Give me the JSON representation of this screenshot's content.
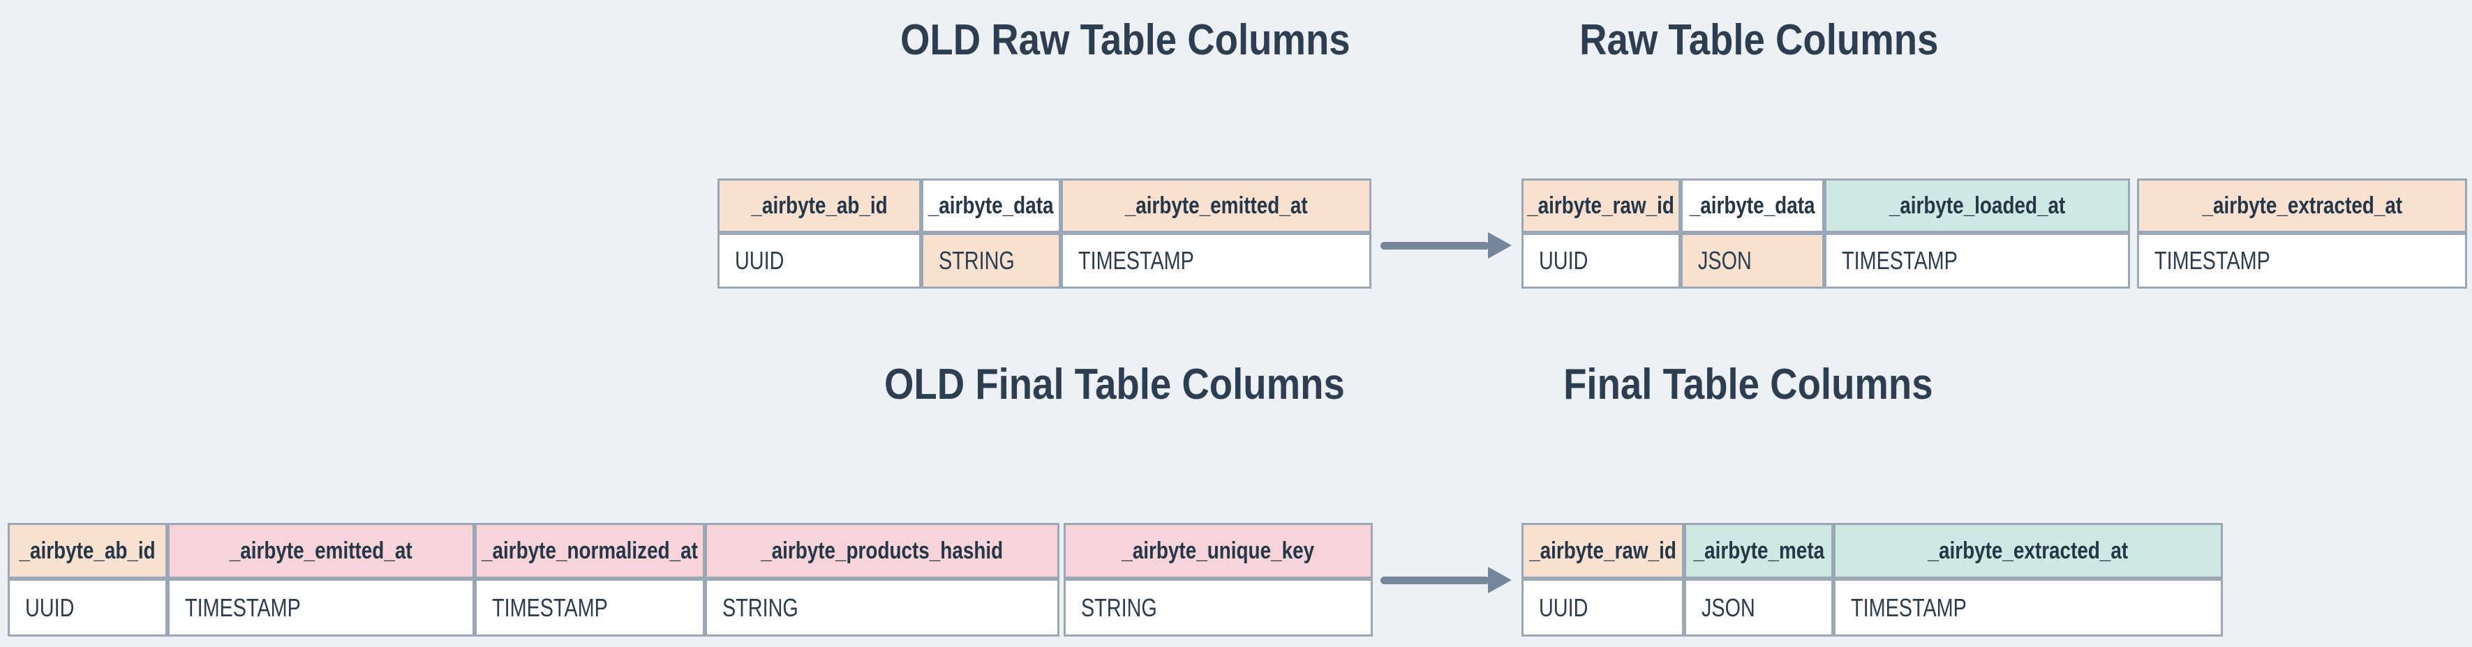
{
  "titles": {
    "old_raw": "OLD Raw Table Columns",
    "new_raw": "Raw Table Columns",
    "old_final": "OLD Final Table Columns",
    "new_final": "Final Table Columns"
  },
  "colors": {
    "background": "#edf1f5",
    "cell_border": "#9aa7b4",
    "header_text": "#253647",
    "body_text": "#2c3c4c",
    "title_text": "#2d3e50",
    "arrow": "#76869b",
    "peach": "#f8e1d1",
    "pink": "#f7d4da",
    "teal": "#cfe8e3",
    "white": "#ffffff"
  },
  "tables": {
    "old_raw": {
      "columns": [
        {
          "name": "_airbyte_ab_id",
          "type": "UUID",
          "header_color": "peach",
          "type_color": "white"
        },
        {
          "name": "_airbyte_data",
          "type": "STRING",
          "header_color": "white",
          "type_color": "peach"
        },
        {
          "name": "_airbyte_emitted_at",
          "type": "TIMESTAMP",
          "header_color": "peach",
          "type_color": "white"
        }
      ]
    },
    "new_raw": {
      "columns": [
        {
          "name": "_airbyte_raw_id",
          "type": "UUID",
          "header_color": "peach",
          "type_color": "white"
        },
        {
          "name": "_airbyte_data",
          "type": "JSON",
          "header_color": "white",
          "type_color": "peach"
        },
        {
          "name": "_airbyte_loaded_at",
          "type": "TIMESTAMP",
          "header_color": "teal",
          "type_color": "white"
        }
      ],
      "detached_column": {
        "name": "_airbyte_extracted_at",
        "type": "TIMESTAMP",
        "header_color": "peach",
        "type_color": "white"
      }
    },
    "old_final": {
      "columns": [
        {
          "name": "_airbyte_ab_id",
          "type": "UUID",
          "header_color": "peach",
          "type_color": "white"
        },
        {
          "name": "_airbyte_emitted_at",
          "type": "TIMESTAMP",
          "header_color": "pink",
          "type_color": "white"
        },
        {
          "name": "_airbyte_normalized_at",
          "type": "TIMESTAMP",
          "header_color": "pink",
          "type_color": "white"
        },
        {
          "name": "_airbyte_products_hashid",
          "type": "STRING",
          "header_color": "pink",
          "type_color": "white"
        }
      ],
      "detached_column": {
        "name": "_airbyte_unique_key",
        "type": "STRING",
        "header_color": "pink",
        "type_color": "white"
      }
    },
    "new_final": {
      "columns": [
        {
          "name": "_airbyte_raw_id",
          "type": "UUID",
          "header_color": "peach",
          "type_color": "white"
        },
        {
          "name": "_airbyte_meta",
          "type": "JSON",
          "header_color": "teal",
          "type_color": "white"
        },
        {
          "name": "_airbyte_extracted_at",
          "type": "TIMESTAMP",
          "header_color": "teal",
          "type_color": "white"
        }
      ]
    }
  }
}
